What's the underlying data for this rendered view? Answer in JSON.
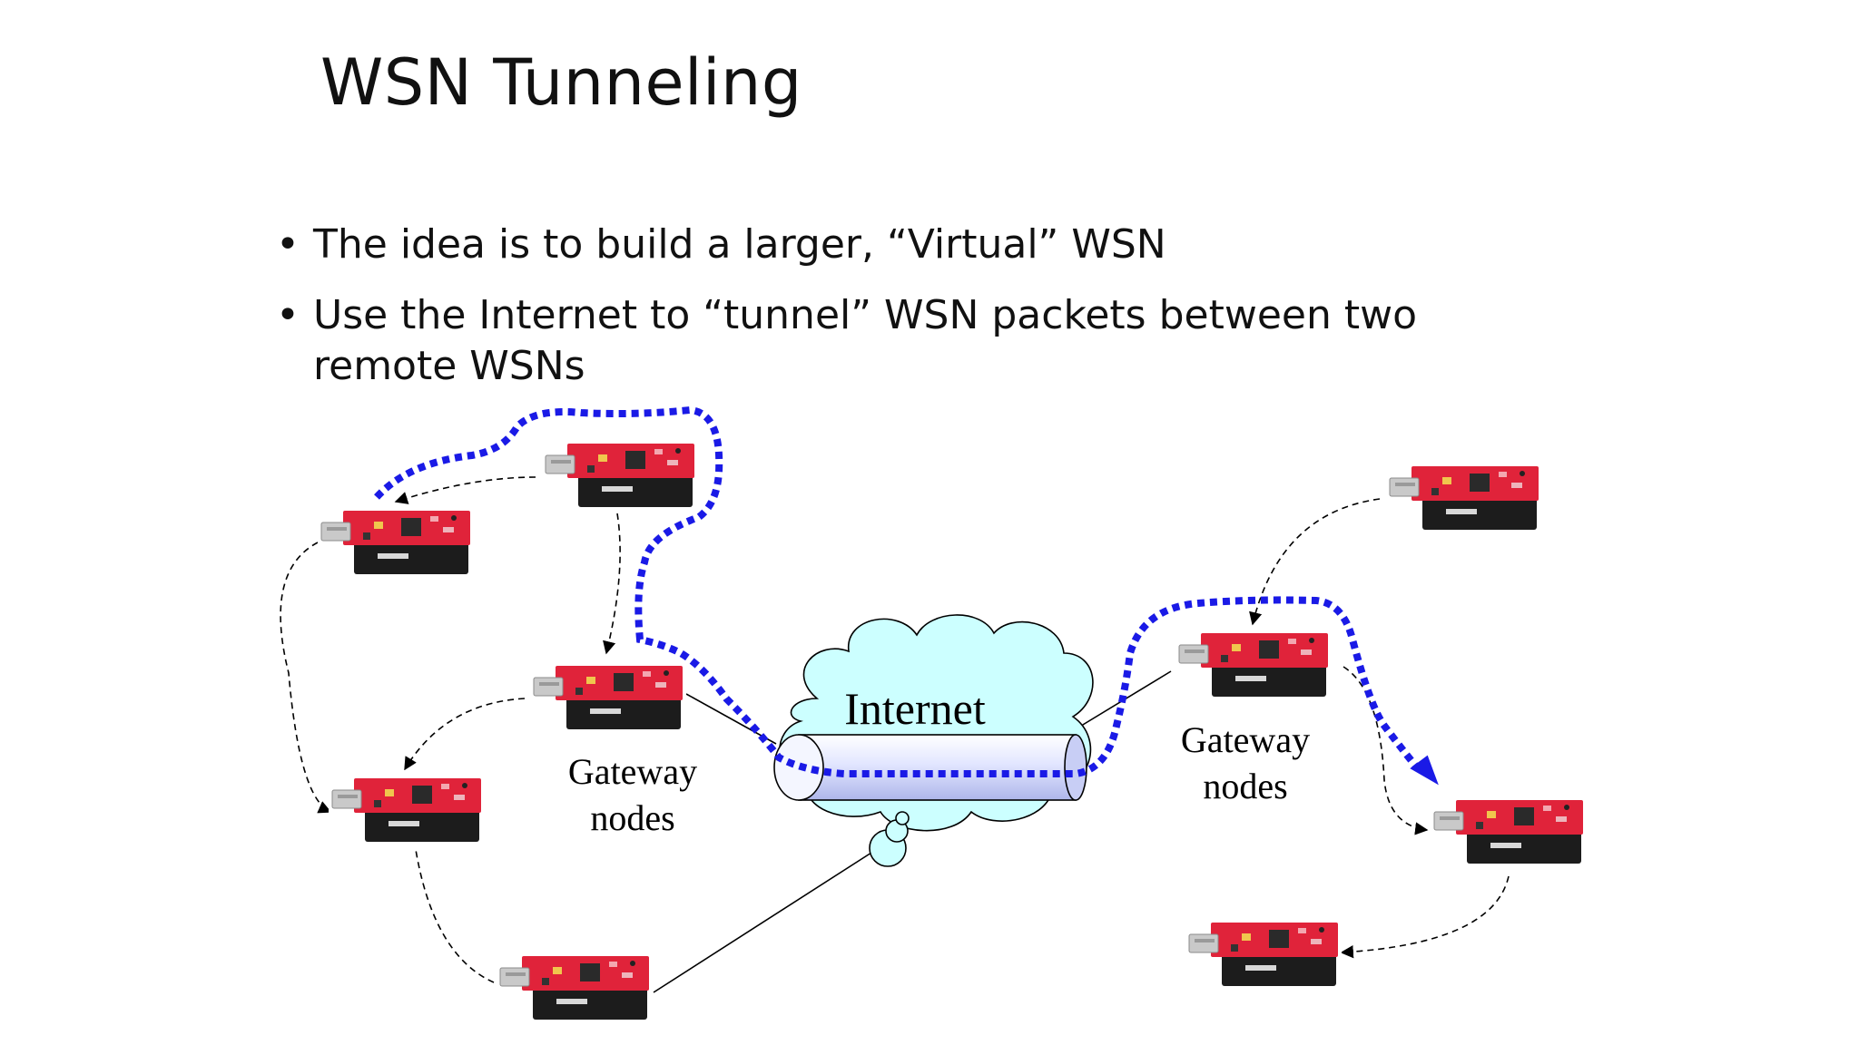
{
  "slide": {
    "title": "WSN Tunneling",
    "bullets": [
      "The idea is to build a larger, “Virtual” WSN",
      "Use the Internet to “tunnel” WSN packets between two remote WSNs"
    ]
  },
  "diagram": {
    "cloud_label": "Internet",
    "gateway_left": [
      "Gateway",
      "nodes"
    ],
    "gateway_right": [
      "Gateway",
      "nodes"
    ],
    "colors": {
      "tunnel": "#1a1ae6",
      "cloud_fill": "#ccffff",
      "pcb": "#e0233a",
      "battery": "#1c1c1c"
    }
  }
}
